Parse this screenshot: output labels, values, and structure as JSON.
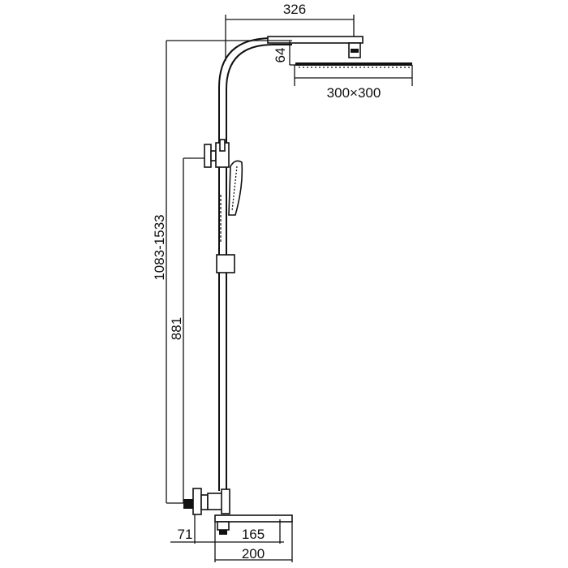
{
  "title": "Shower column dimension drawing",
  "dimensions": {
    "arm_reach": "326",
    "head_drop": "64",
    "head_size": "300×300",
    "total_height": "1083-1533",
    "valve_to_diverter": "881",
    "valve_depth": "71",
    "spout_length": "165",
    "spout_total": "200"
  },
  "colors": {
    "line": "#111111",
    "background": "#ffffff"
  }
}
